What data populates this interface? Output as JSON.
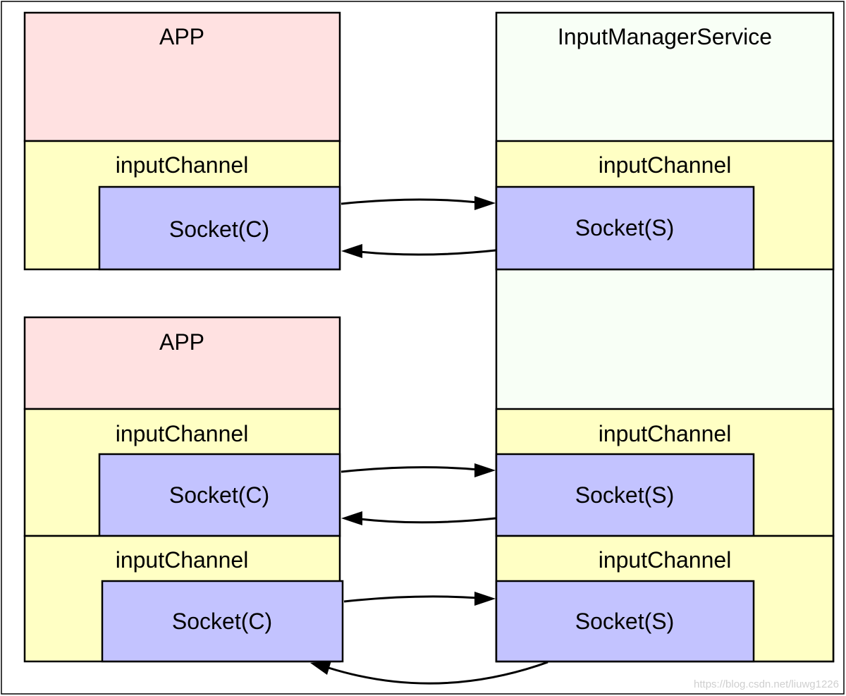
{
  "colors": {
    "app_fill": "#ffe1e1",
    "service_fill": "#f8fff6",
    "channel_fill": "#ffffc4",
    "socket_fill": "#c3c3ff",
    "line": "#000000"
  },
  "app_top": {
    "title": "APP",
    "channel_label": "inputChannel",
    "socket_label": "Socket(C)"
  },
  "app_bottom": {
    "title": "APP",
    "channels": [
      {
        "channel_label": "inputChannel",
        "socket_label": "Socket(C)"
      },
      {
        "channel_label": "inputChannel",
        "socket_label": "Socket(C)"
      }
    ]
  },
  "service": {
    "title": "InputManagerService",
    "channels": [
      {
        "channel_label": "inputChannel",
        "socket_label": "Socket(S)"
      },
      {
        "channel_label": "inputChannel",
        "socket_label": "Socket(S)"
      },
      {
        "channel_label": "inputChannel",
        "socket_label": "Socket(S)"
      }
    ]
  },
  "watermark": "https://blog.csdn.net/liuwg1226"
}
